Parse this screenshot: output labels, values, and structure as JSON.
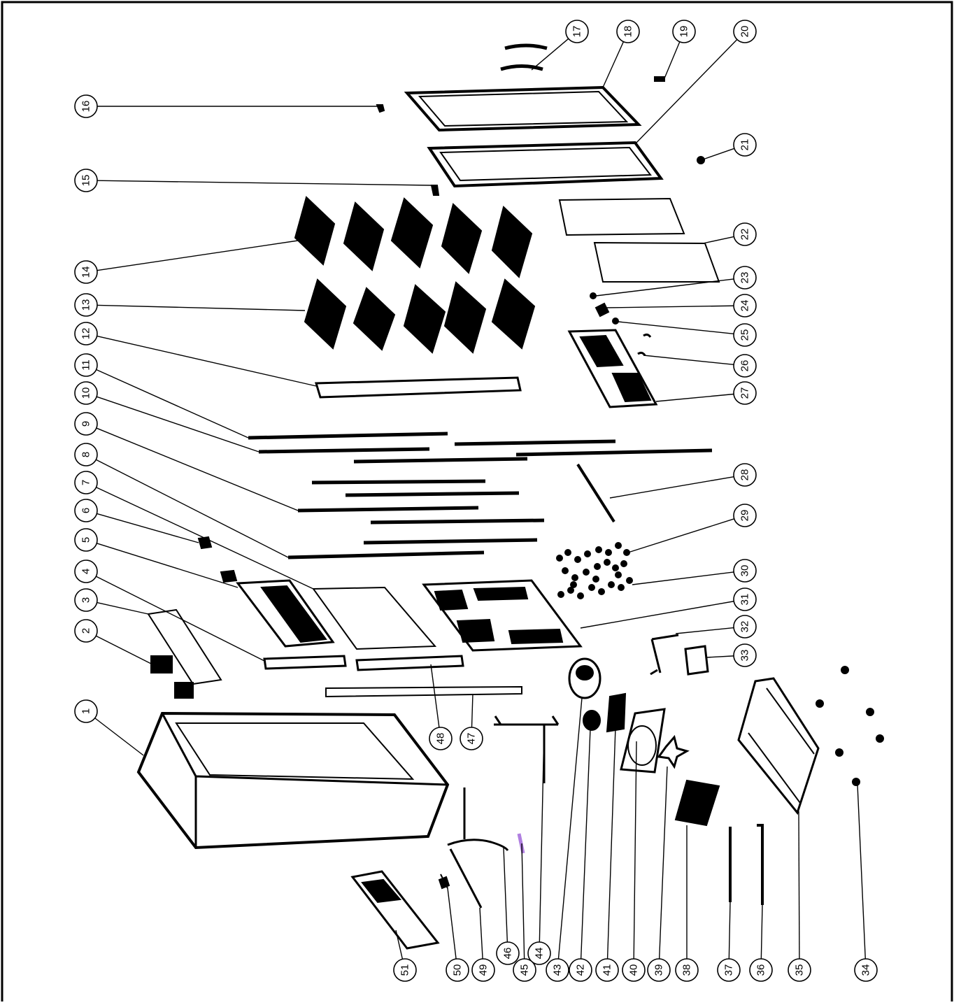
{
  "diagram": {
    "callouts": [
      {
        "id": "1",
        "label": "1"
      },
      {
        "id": "2",
        "label": "2"
      },
      {
        "id": "3",
        "label": "3"
      },
      {
        "id": "4",
        "label": "4"
      },
      {
        "id": "5",
        "label": "5"
      },
      {
        "id": "6",
        "label": "6"
      },
      {
        "id": "7",
        "label": "7"
      },
      {
        "id": "8",
        "label": "8"
      },
      {
        "id": "9",
        "label": "9"
      },
      {
        "id": "10",
        "label": "10"
      },
      {
        "id": "11",
        "label": "11"
      },
      {
        "id": "12",
        "label": "12"
      },
      {
        "id": "13",
        "label": "13"
      },
      {
        "id": "14",
        "label": "14"
      },
      {
        "id": "15",
        "label": "15"
      },
      {
        "id": "16",
        "label": "16"
      },
      {
        "id": "17",
        "label": "17"
      },
      {
        "id": "18",
        "label": "18"
      },
      {
        "id": "19",
        "label": "19"
      },
      {
        "id": "20",
        "label": "20"
      },
      {
        "id": "21",
        "label": "21"
      },
      {
        "id": "22",
        "label": "22"
      },
      {
        "id": "23",
        "label": "23"
      },
      {
        "id": "24",
        "label": "24"
      },
      {
        "id": "25",
        "label": "25"
      },
      {
        "id": "26",
        "label": "26"
      },
      {
        "id": "27",
        "label": "27"
      },
      {
        "id": "28",
        "label": "28"
      },
      {
        "id": "29",
        "label": "29"
      },
      {
        "id": "30",
        "label": "30"
      },
      {
        "id": "31",
        "label": "31"
      },
      {
        "id": "32",
        "label": "32"
      },
      {
        "id": "33",
        "label": "33"
      },
      {
        "id": "34",
        "label": "34"
      },
      {
        "id": "35",
        "label": "35"
      },
      {
        "id": "36",
        "label": "36"
      },
      {
        "id": "37",
        "label": "37"
      },
      {
        "id": "38",
        "label": "38"
      },
      {
        "id": "39",
        "label": "39"
      },
      {
        "id": "40",
        "label": "40"
      },
      {
        "id": "41",
        "label": "41"
      },
      {
        "id": "42",
        "label": "42"
      },
      {
        "id": "43",
        "label": "43"
      },
      {
        "id": "44",
        "label": "44"
      },
      {
        "id": "45",
        "label": "45"
      },
      {
        "id": "46",
        "label": "46"
      },
      {
        "id": "47",
        "label": "47"
      },
      {
        "id": "48",
        "label": "48"
      },
      {
        "id": "49",
        "label": "49"
      },
      {
        "id": "50",
        "label": "50"
      },
      {
        "id": "51",
        "label": "51"
      }
    ],
    "colors": {
      "line": "#000000",
      "background": "#ffffff",
      "accent_part": "#b07fe0"
    }
  }
}
